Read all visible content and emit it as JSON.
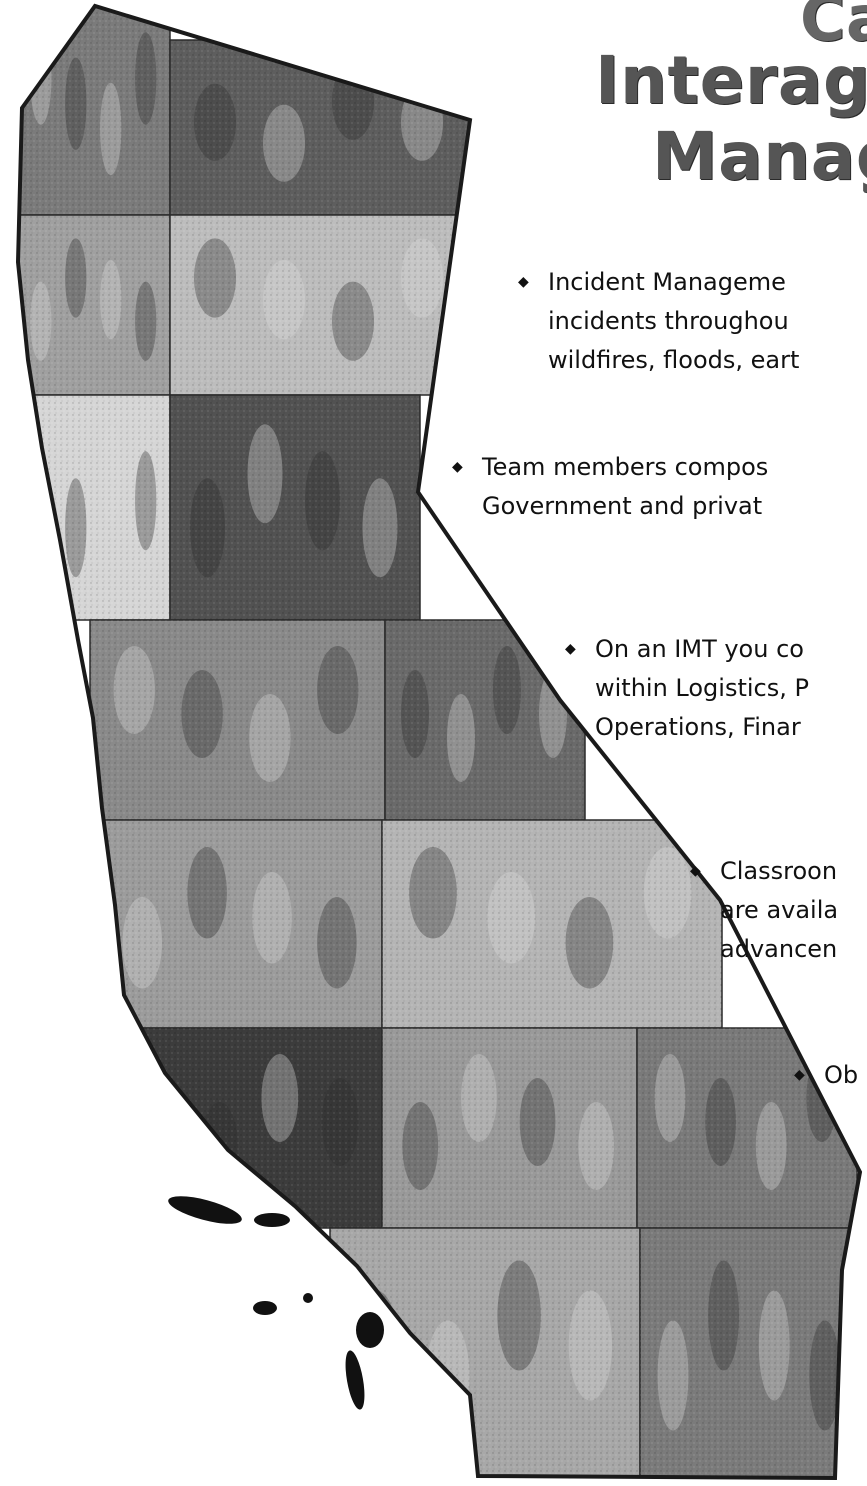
{
  "heading": {
    "line1": "Ca",
    "line2": "Interag",
    "line3": "Manag"
  },
  "bullet_glyph": "◆",
  "bullets": [
    {
      "lines": [
        "Incident Manageme",
        "incidents throughou",
        "wildfires, floods, eart"
      ]
    },
    {
      "lines": [
        "Team members compos",
        "Government and privat"
      ]
    },
    {
      "lines": [
        "On an IMT you co",
        "within Logistics, P",
        "Operations, Finar"
      ]
    },
    {
      "lines": [
        "Classroon",
        "are availa",
        "advancen"
      ]
    },
    {
      "lines": [
        "Ob"
      ]
    }
  ],
  "photos": [
    {
      "name": "photo-crew-group",
      "tone": "#7b7b7b"
    },
    {
      "name": "photo-forest-smoke",
      "tone": "#5e5e5e"
    },
    {
      "name": "photo-base-camp-trailers",
      "tone": "#a0a0a0"
    },
    {
      "name": "photo-air-tanker",
      "tone": "#bdbdbd"
    },
    {
      "name": "photo-fire-map",
      "tone": "#d6d6d6"
    },
    {
      "name": "photo-briefing-crowd",
      "tone": "#525252"
    },
    {
      "name": "photo-planning-room",
      "tone": "#8a8a8a"
    },
    {
      "name": "photo-handcrew-digging",
      "tone": "#6a6a6a"
    },
    {
      "name": "photo-tent-camp",
      "tone": "#9c9c9c"
    },
    {
      "name": "photo-burned-structure",
      "tone": "#b5b5b5"
    },
    {
      "name": "photo-night-operations",
      "tone": "#3c3c3c"
    },
    {
      "name": "photo-supply-unit",
      "tone": "#9a9a9a"
    },
    {
      "name": "photo-debris-cleanup",
      "tone": "#7a7a7a"
    },
    {
      "name": "photo-packing-boxes",
      "tone": "#a8a8a8"
    }
  ]
}
